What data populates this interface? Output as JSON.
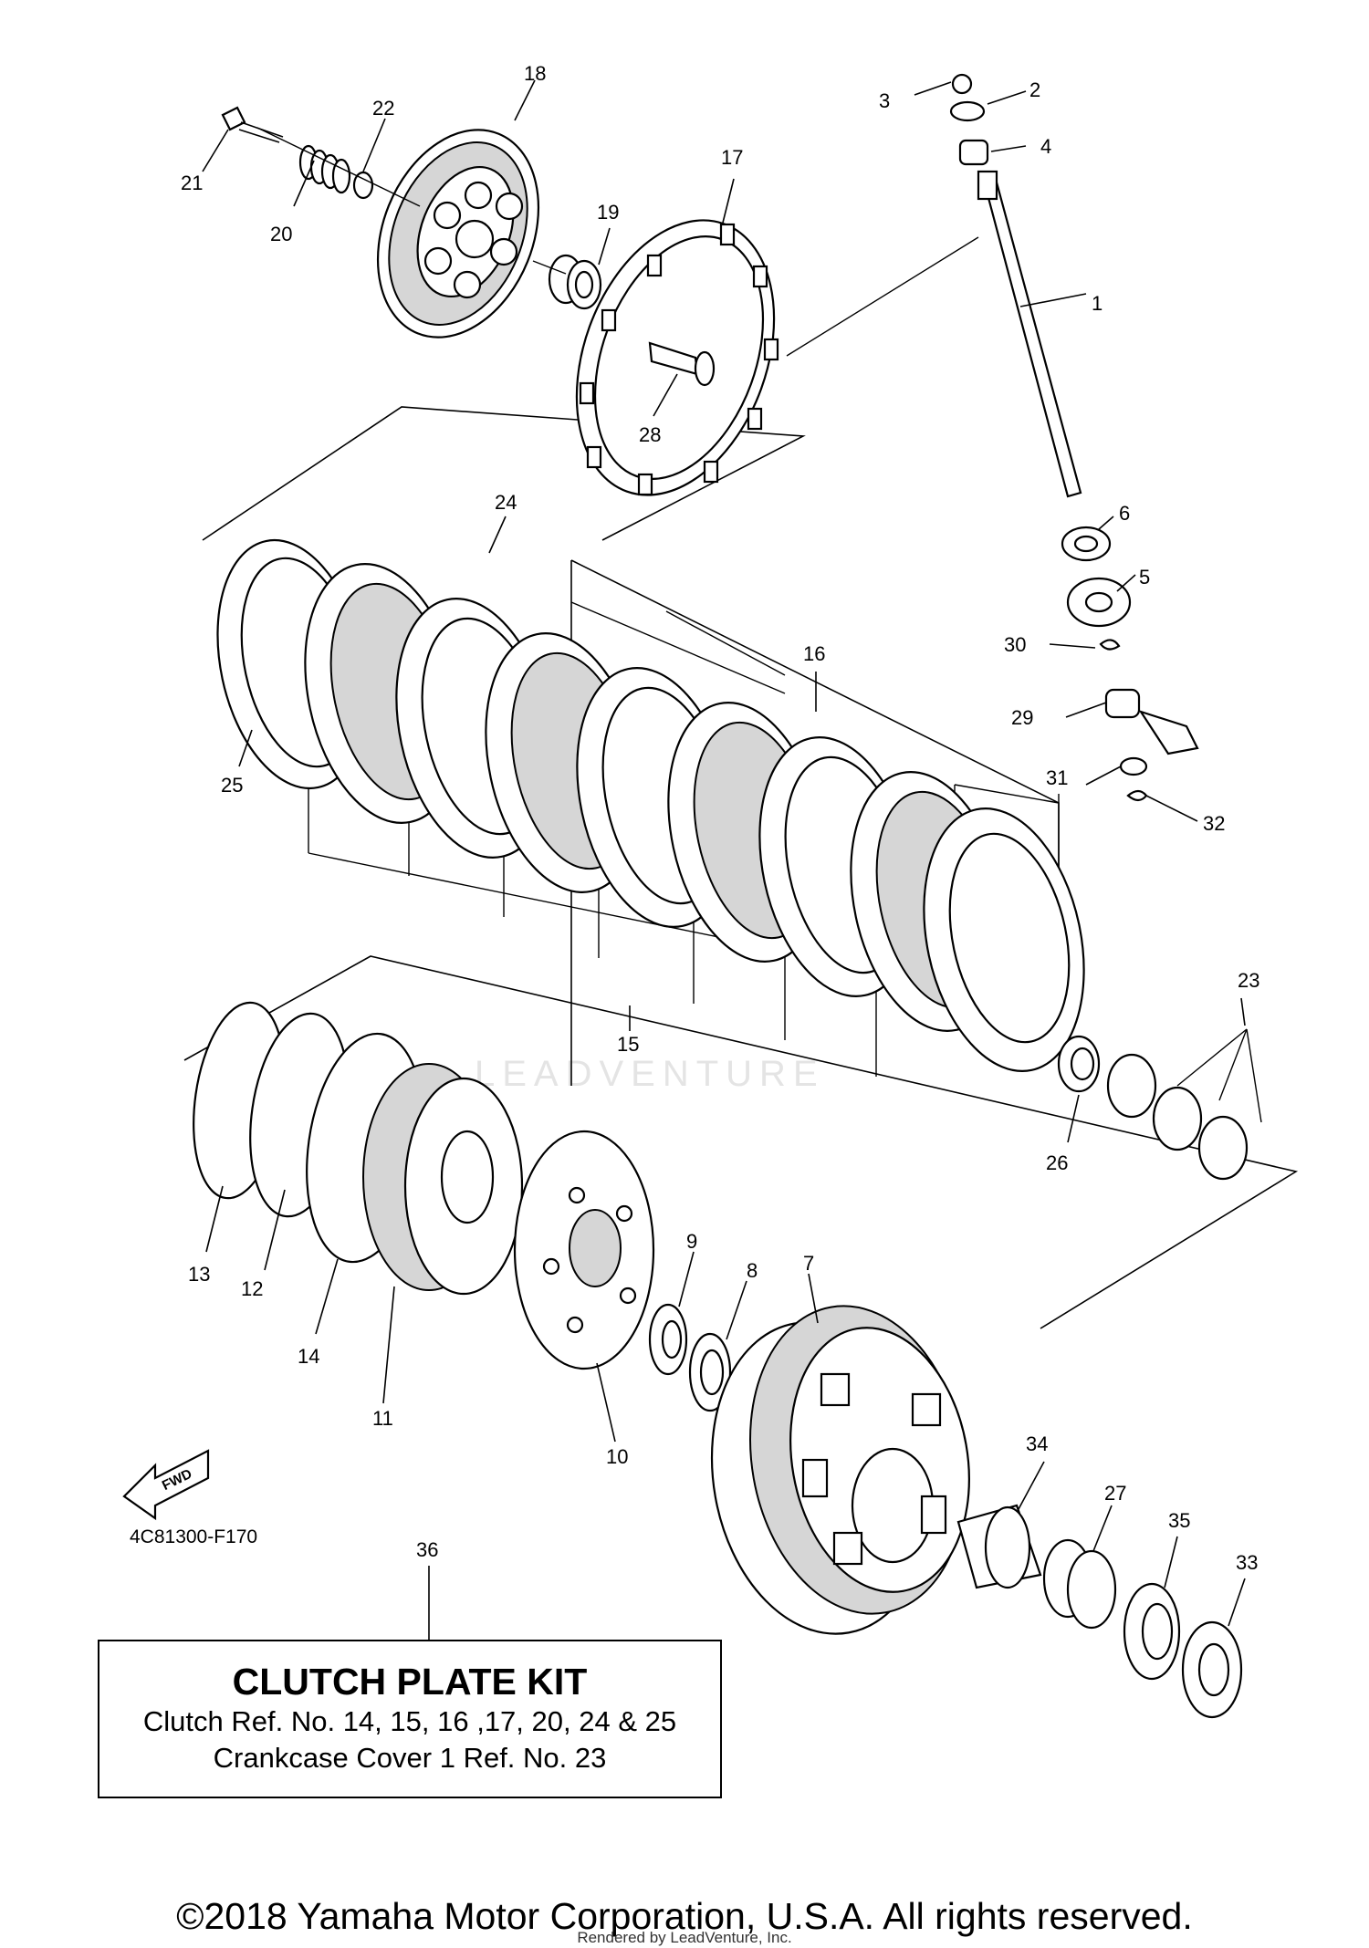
{
  "diagram": {
    "figure_code": "4C81300-F170",
    "fwd_label": "FWD",
    "watermark": "LEADVENTURE",
    "callouts": [
      {
        "id": "1",
        "label": "1"
      },
      {
        "id": "2",
        "label": "2"
      },
      {
        "id": "3",
        "label": "3"
      },
      {
        "id": "4",
        "label": "4"
      },
      {
        "id": "5",
        "label": "5"
      },
      {
        "id": "6",
        "label": "6"
      },
      {
        "id": "7",
        "label": "7"
      },
      {
        "id": "8",
        "label": "8"
      },
      {
        "id": "9",
        "label": "9"
      },
      {
        "id": "10",
        "label": "10"
      },
      {
        "id": "11",
        "label": "11"
      },
      {
        "id": "12",
        "label": "12"
      },
      {
        "id": "13",
        "label": "13"
      },
      {
        "id": "14",
        "label": "14"
      },
      {
        "id": "15",
        "label": "15"
      },
      {
        "id": "16",
        "label": "16"
      },
      {
        "id": "17",
        "label": "17"
      },
      {
        "id": "18",
        "label": "18"
      },
      {
        "id": "19",
        "label": "19"
      },
      {
        "id": "20",
        "label": "20"
      },
      {
        "id": "21",
        "label": "21"
      },
      {
        "id": "22",
        "label": "22"
      },
      {
        "id": "23",
        "label": "23"
      },
      {
        "id": "24",
        "label": "24"
      },
      {
        "id": "25",
        "label": "25"
      },
      {
        "id": "26",
        "label": "26"
      },
      {
        "id": "27",
        "label": "27"
      },
      {
        "id": "28",
        "label": "28"
      },
      {
        "id": "29",
        "label": "29"
      },
      {
        "id": "30",
        "label": "30"
      },
      {
        "id": "31",
        "label": "31"
      },
      {
        "id": "32",
        "label": "32"
      },
      {
        "id": "33",
        "label": "33"
      },
      {
        "id": "34",
        "label": "34"
      },
      {
        "id": "35",
        "label": "35"
      },
      {
        "id": "36",
        "label": "36"
      }
    ]
  },
  "kit": {
    "title": "CLUTCH PLATE KIT",
    "line1": "Clutch Ref. No. 14, 15, 16 ,17, 20, 24 & 25",
    "line2": "Crankcase Cover 1 Ref. No. 23"
  },
  "footer": {
    "copyright": "©2018 Yamaha Motor Corporation, U.S.A. All rights reserved.",
    "rendered_by": "Rendered by LeadVenture, Inc."
  }
}
